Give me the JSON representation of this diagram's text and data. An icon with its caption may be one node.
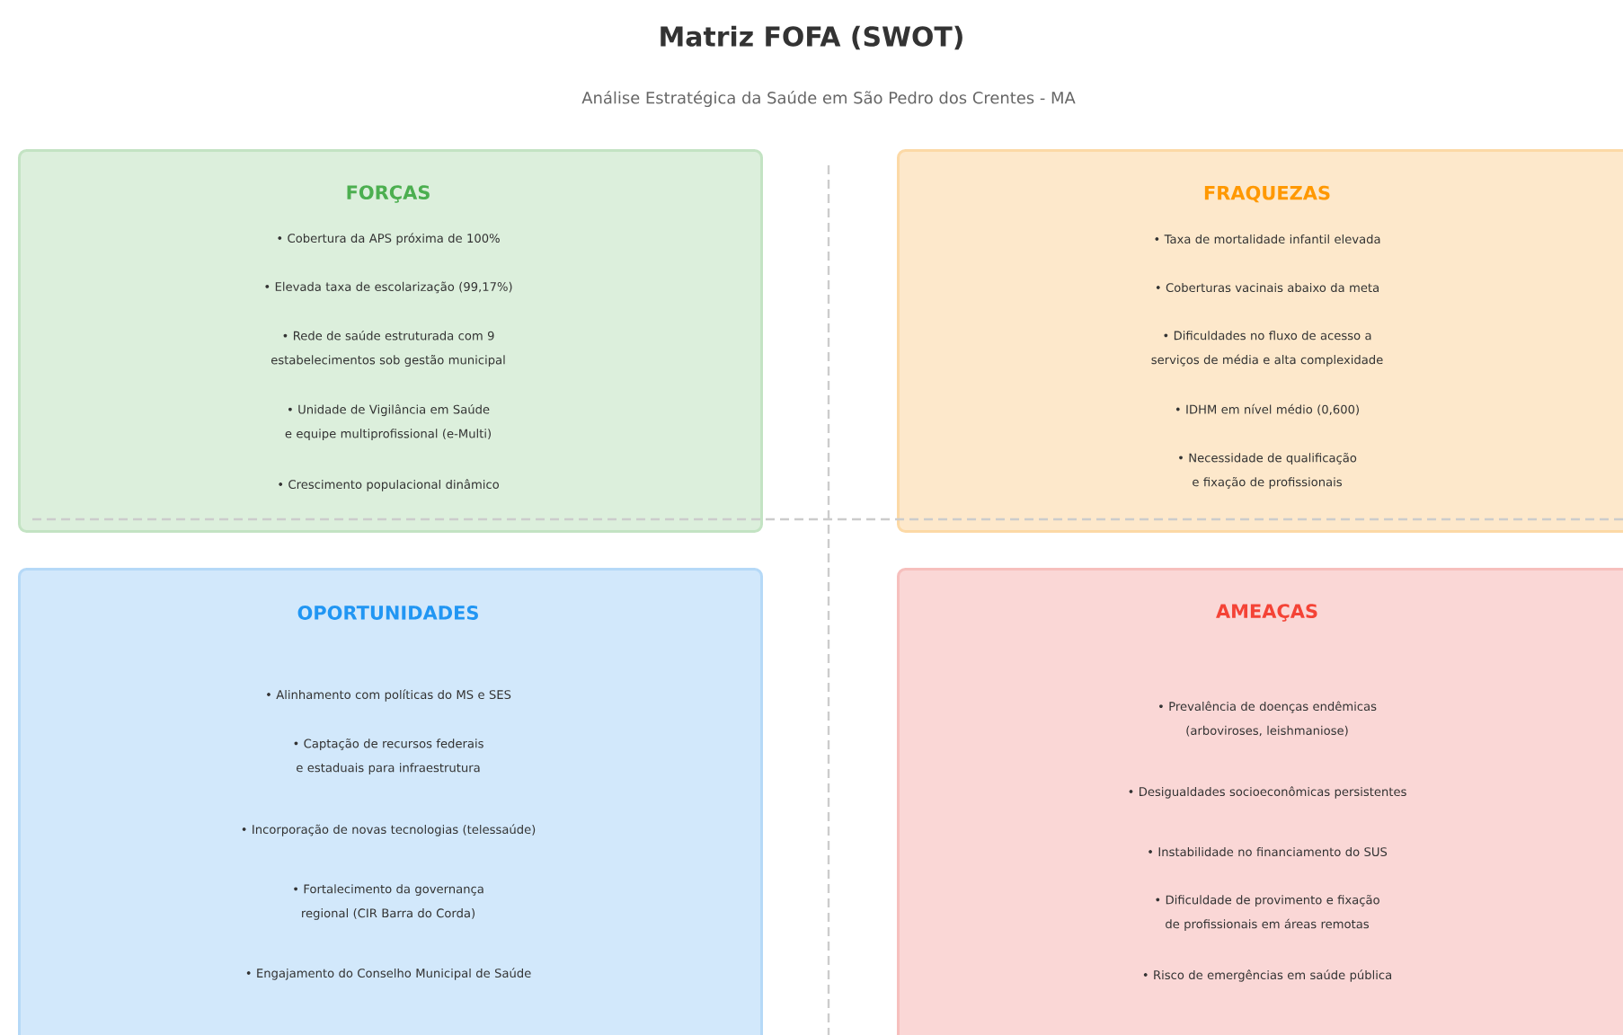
{
  "diagram": {
    "title": "Matriz FOFA (SWOT)",
    "nodes": [
      {
        "text": [
          "FORÇAS",
          "• Cobertura da APS próxima de 100%",
          "• Elevada taxa de escolarização (99,17%)",
          "• Rede de saúde estruturada com 9 estabelecimentos sob gestão municipal",
          "• Unidade de Vigilância em Saúde e equipe multiprofissional (e-Multi)",
          "• Crescimento populacional dinâmico"
        ]
      },
      {
        "text": [
          "FRAQUEZAS",
          "• Taxa de mortalidade infantil elevada",
          "• Coberturas vacinais abaixo da meta",
          "• Dificuldades no fluxo de acesso a serviços de média e alta complexidade",
          "• IDHM em nível médio (0,600)",
          "• Necessidade de qualificação e fixação de profissionais"
        ]
      },
      {
        "text": [
          "OPORTUNIDADES",
          "• Alinhamento com políticas do MS e SES",
          "• Captação de recursos federais e estaduais para infraestrutura",
          "• Incorporação de novas tecnologias (telessaúde)",
          "• Fortalecimento da governança regional (CIR Barra do Corda)",
          "• Engajamento do Conselho Municipal de Saúde"
        ]
      },
      {
        "text": [
          "AMEAÇAS",
          "• Prevalência de doenças endêmicas (arboviroses, leishmaniose)",
          "• Desigualdades socioeconômicas persistentes",
          "• Instabilidade no financiamento do SUS",
          "• Dificuldade de provimento e fixação de profissionais em áreas remotas",
          "• Risco de emergências em saúde pública"
        ]
      }
    ],
    "labels": [
      "Análise Estratégica da Saúde em São Pedro dos Crentes - MA"
    ]
  }
}
